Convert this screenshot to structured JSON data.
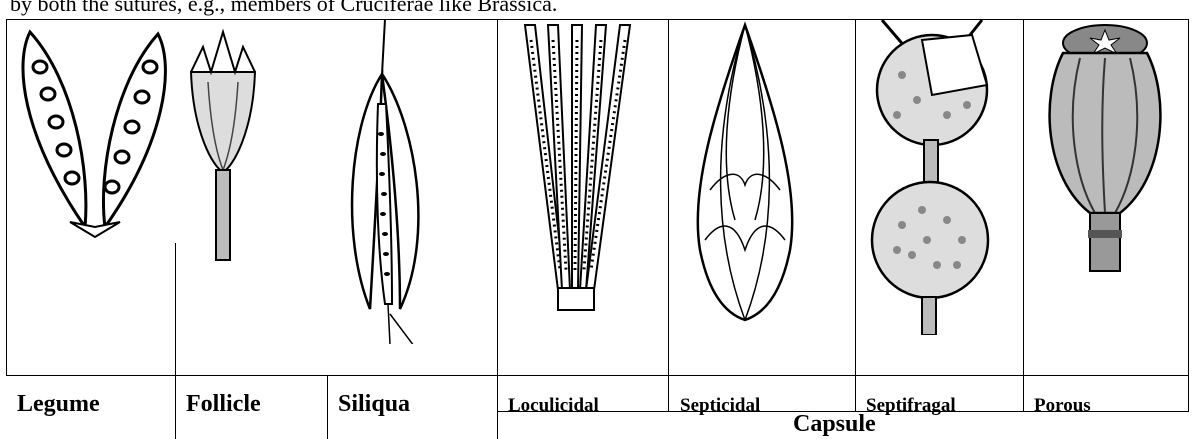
{
  "intro_text": "by both the sutures, e.g., members of Cruciferae like Brassica.",
  "labels": {
    "legume": "Legume",
    "follicle": "Follicle",
    "siliqua": "Siliqua",
    "loculicidal": "Loculicidal",
    "septicidal": "Septicidal",
    "septifragal": "Septifragal",
    "porous": "Porous",
    "capsule": "Capsule"
  }
}
